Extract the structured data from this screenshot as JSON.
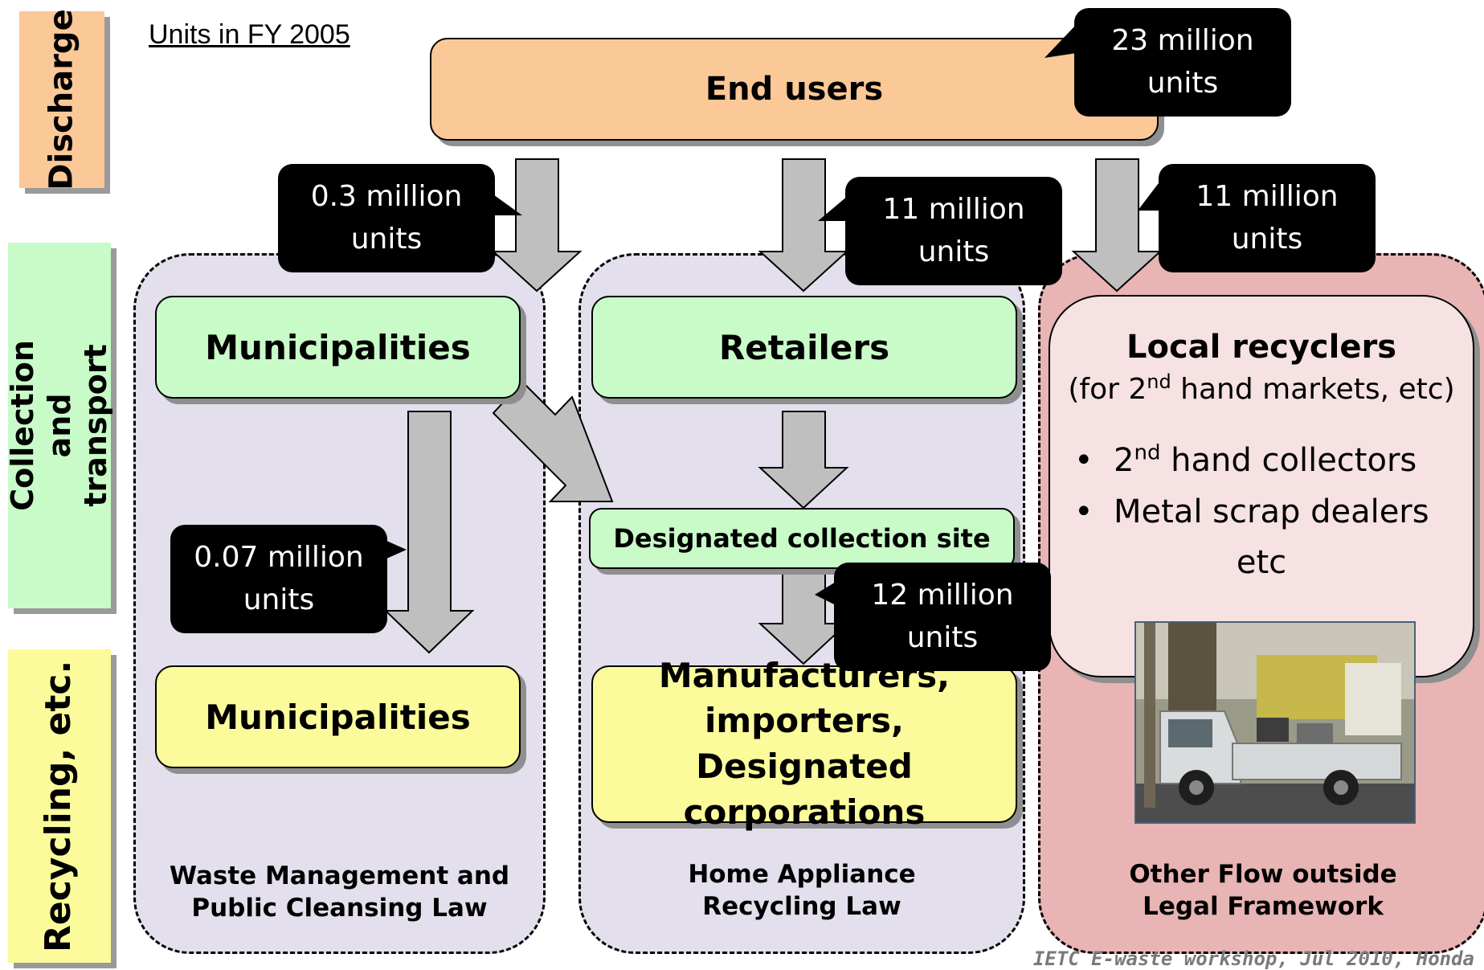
{
  "units_note": "Units in FY 2005",
  "stages": {
    "discharge": "Discharge",
    "collection": "Collection and\ntransport",
    "recycling": "Recycling, etc."
  },
  "nodes": {
    "end_users": "End users",
    "municipalities_collect": "Municipalities",
    "retailers": "Retailers",
    "designated_site": "Designated collection site",
    "municipalities_recycle": "Municipalities",
    "manufacturers": "Manufacturers,\nimporters, Designated\ncorporations",
    "local_recyclers_title": "Local recyclers",
    "local_recyclers_sub_pre": "(for 2",
    "local_recyclers_sub_sup": "nd",
    "local_recyclers_sub_post": " hand markets, etc)",
    "bullet1_pre": "2",
    "bullet1_sup": "nd",
    "bullet1_post": " hand collectors",
    "bullet2": "Metal scrap dealers",
    "bullet_etc": "etc"
  },
  "flows": {
    "total": "23 million\nunits",
    "to_municipalities": "0.3 million\nunits",
    "to_retailers": "11 million\nunits",
    "to_local": "11 million\nunits",
    "muni_to_recycling": "0.07 million\nunits",
    "site_to_manufacturers": "12 million\nunits"
  },
  "frameworks": {
    "waste_law": "Waste Management and\nPublic Cleansing Law",
    "appliance_law": "Home Appliance\nRecycling Law",
    "other_flow": "Other Flow outside\nLegal Framework"
  },
  "footer": "IETC E-waste workshop, Jul 2010, Honda",
  "colors": {
    "discharge": "#fbc898",
    "collection": "#c8fbc8",
    "recycling": "#fbfb9b",
    "legal_group": "#e4dfec",
    "other_group": "#e8b4b4",
    "local_box": "#f6e2e2",
    "arrow": "#bfbfbf"
  }
}
